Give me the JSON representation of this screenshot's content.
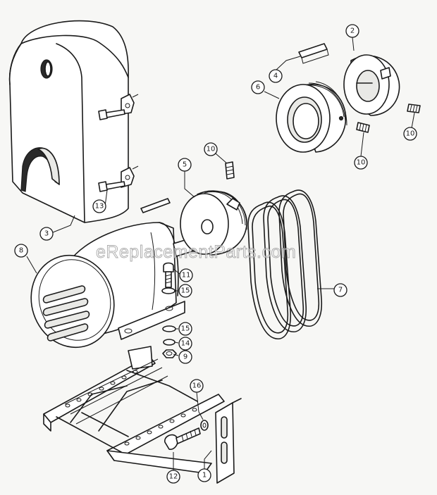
{
  "watermark": "eReplacementParts.com",
  "callouts": [
    {
      "label": "1"
    },
    {
      "label": "2"
    },
    {
      "label": "3"
    },
    {
      "label": "4"
    },
    {
      "label": "5"
    },
    {
      "label": "6"
    },
    {
      "label": "7"
    },
    {
      "label": "8"
    },
    {
      "label": "9"
    },
    {
      "label": "10"
    },
    {
      "label": "10"
    },
    {
      "label": "10"
    },
    {
      "label": "11"
    },
    {
      "label": "12"
    },
    {
      "label": "13"
    },
    {
      "label": "14"
    },
    {
      "label": "15"
    },
    {
      "label": "15"
    },
    {
      "label": "16"
    }
  ]
}
